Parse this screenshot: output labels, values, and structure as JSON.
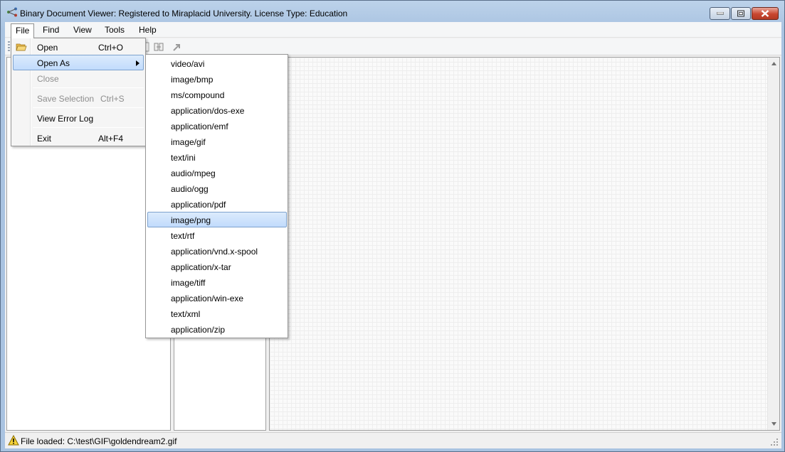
{
  "window": {
    "title": "Binary Document Viewer: Registered to Miraplacid University. License Type: Education"
  },
  "menubar": {
    "items": [
      {
        "label": "File"
      },
      {
        "label": "Find"
      },
      {
        "label": "View"
      },
      {
        "label": "Tools"
      },
      {
        "label": "Help"
      }
    ]
  },
  "file_menu": {
    "items": [
      {
        "label": "Open",
        "shortcut": "Ctrl+O",
        "icon": "open-folder-icon"
      },
      {
        "label": "Open As",
        "shortcut": "",
        "submenu": true
      },
      {
        "label": "Close",
        "shortcut": "",
        "disabled": true
      },
      {
        "label": "Save Selection",
        "shortcut": "Ctrl+S",
        "disabled": true
      },
      {
        "label": "View Error Log",
        "shortcut": ""
      },
      {
        "label": "Exit",
        "shortcut": "Alt+F4"
      }
    ]
  },
  "open_as_menu": {
    "highlighted": "image/png",
    "items": [
      {
        "label": "video/avi"
      },
      {
        "label": "image/bmp"
      },
      {
        "label": "ms/compound"
      },
      {
        "label": "application/dos-exe"
      },
      {
        "label": "application/emf"
      },
      {
        "label": "image/gif"
      },
      {
        "label": "text/ini"
      },
      {
        "label": "audio/mpeg"
      },
      {
        "label": "audio/ogg"
      },
      {
        "label": "application/pdf"
      },
      {
        "label": "image/png"
      },
      {
        "label": "text/rtf"
      },
      {
        "label": "application/vnd.x-spool"
      },
      {
        "label": "application/x-tar"
      },
      {
        "label": "image/tiff"
      },
      {
        "label": "application/win-exe"
      },
      {
        "label": "text/xml"
      },
      {
        "label": "application/zip"
      }
    ]
  },
  "statusbar": {
    "text": "File loaded: C:\\test\\GIF\\goldendream2.gif",
    "icon": "warning-icon"
  },
  "colors": {
    "highlight": "#c1dbfc",
    "highlight_border": "#7da2ce",
    "close_button": "#c8462f"
  }
}
